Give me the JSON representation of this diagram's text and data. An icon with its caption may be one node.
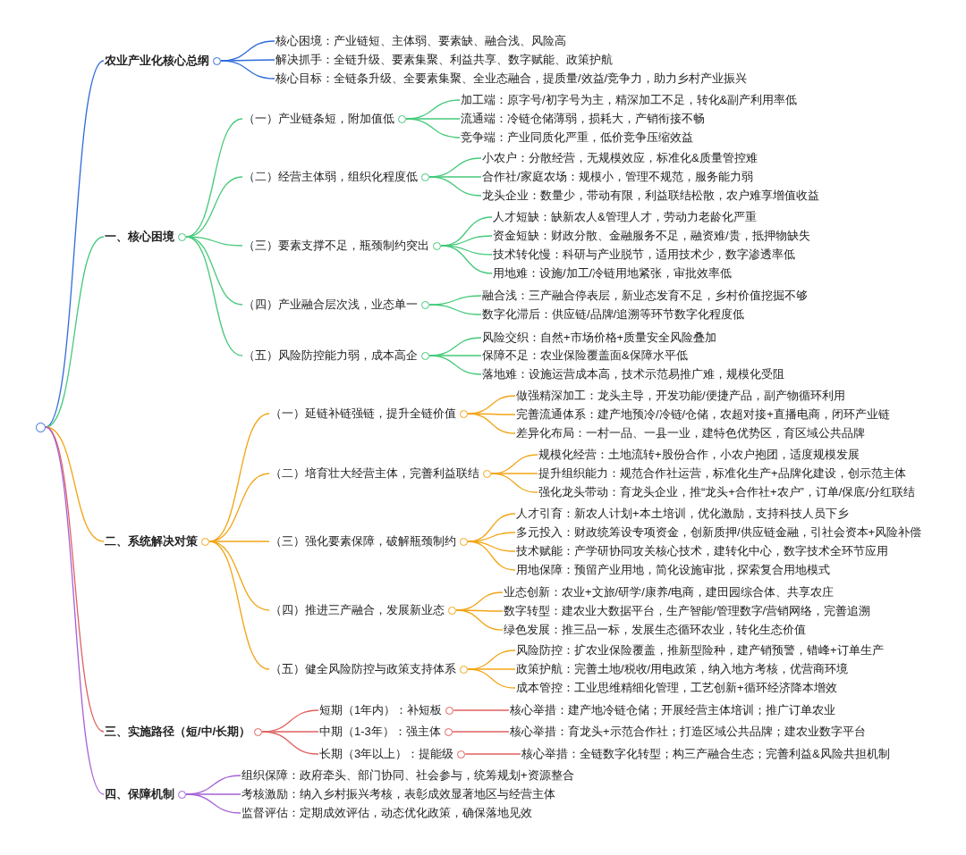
{
  "diagram": {
    "nodes": [
      {
        "text": [],
        "shape": "circle"
      },
      {
        "text": [
          "农业产业化核心总纲"
        ]
      },
      {
        "text": [
          "核心困境：产业链短、主体弱、要素缺、融合浅、风险高"
        ]
      },
      {
        "text": [
          "解决抓手：全链升级、要素集聚、利益共享、数字赋能、政策护航"
        ]
      },
      {
        "text": [
          "核心目标：全链条升级、全要素集聚、全业态融合，提质量/效益/竞争力，助力乡村产业振兴"
        ]
      },
      {
        "text": [
          "一、核心困境"
        ]
      },
      {
        "text": [
          "（一）产业链条短，附加值低"
        ]
      },
      {
        "text": [
          "加工端：原字号/初字号为主，精深加工不足，转化&副产利用率低"
        ]
      },
      {
        "text": [
          "流通端：冷链仓储薄弱，损耗大，产销衔接不畅"
        ]
      },
      {
        "text": [
          "竞争端：产业同质化严重，低价竞争压缩效益"
        ]
      },
      {
        "text": [
          "（二）经营主体弱，组织化程度低"
        ]
      },
      {
        "text": [
          "小农户：分散经营，无规模效应，标准化&质量管控难"
        ]
      },
      {
        "text": [
          "合作社/家庭农场：规模小，管理不规范，服务能力弱"
        ]
      },
      {
        "text": [
          "龙头企业：数量少，带动有限，利益联结松散，农户难享增值收益"
        ]
      },
      {
        "text": [
          "（三）要素支撑不足，瓶颈制约突出"
        ]
      },
      {
        "text": [
          "人才短缺：缺新农人&管理人才，劳动力老龄化严重"
        ]
      },
      {
        "text": [
          "资金短缺：财政分散、金融服务不足，融资难/贵，抵押物缺失"
        ]
      },
      {
        "text": [
          "技术转化慢：科研与产业脱节，适用技术少，数字渗透率低"
        ]
      },
      {
        "text": [
          "用地难：设施/加工/冷链用地紧张，审批效率低"
        ]
      },
      {
        "text": [
          "（四）产业融合层次浅，业态单一"
        ]
      },
      {
        "text": [
          "融合浅：三产融合停表层，新业态发育不足，乡村价值挖掘不够"
        ]
      },
      {
        "text": [
          "数字化滞后：供应链/品牌/追溯等环节数字化程度低"
        ]
      },
      {
        "text": [
          "（五）风险防控能力弱，成本高企"
        ]
      },
      {
        "text": [
          "风险交织：自然+市场价格+质量安全风险叠加"
        ]
      },
      {
        "text": [
          "保障不足：农业保险覆盖面&保障水平低"
        ]
      },
      {
        "text": [
          "落地难：设施运营成本高，技术示范易推广难，规模化受阻"
        ]
      },
      {
        "text": [
          "二、系统解决对策"
        ]
      },
      {
        "text": [
          "（一）延链补链强链，提升全链价值"
        ]
      },
      {
        "text": [
          "做强精深加工：龙头主导，开发功能/便捷产品，副产物循环利用"
        ]
      },
      {
        "text": [
          "完善流通体系：建产地预冷/冷链/仓储，农超对接+直播电商，闭环产业链"
        ]
      },
      {
        "text": [
          "差异化布局：一村一品、一县一业，建特色优势区，育区域公共品牌"
        ]
      },
      {
        "text": [
          "（二）培育壮大经营主体，完善利益联结"
        ]
      },
      {
        "text": [
          "规模化经营：土地流转+股份合作，小农户抱团，适度规模发展"
        ]
      },
      {
        "text": [
          "提升组织能力：规范合作社运营，标准化生产+品牌化建设，创示范主体"
        ]
      },
      {
        "text": [
          "强化龙头带动：育龙头企业，推“龙头+合作社+农户”，订单/保底/分红联结"
        ]
      },
      {
        "text": [
          "（三）强化要素保障，破解瓶颈制约"
        ]
      },
      {
        "text": [
          "人才引育：新农人计划+本土培训，优化激励，支持科技人员下乡"
        ]
      },
      {
        "text": [
          "多元投入：财政统筹设专项资金，创新质押/供应链金融，引社会资本+风险补偿"
        ]
      },
      {
        "text": [
          "技术赋能：产学研协同攻关核心技术，建转化中心，数字技术全环节应用"
        ]
      },
      {
        "text": [
          "用地保障：预留产业用地，简化设施审批，探索复合用地模式"
        ]
      },
      {
        "text": [
          "（四）推进三产融合，发展新业态"
        ]
      },
      {
        "text": [
          "业态创新：农业+文旅/研学/康养/电商，建田园综合体、共享农庄"
        ]
      },
      {
        "text": [
          "数字转型：建农业大数据平台，生产智能/管理数字/营销网络，完善追溯"
        ]
      },
      {
        "text": [
          "绿色发展：推三品一标，发展生态循环农业，转化生态价值"
        ]
      },
      {
        "text": [
          "（五）健全风险防控与政策支持体系"
        ]
      },
      {
        "text": [
          "风险防控：扩农业保险覆盖，推新型险种，建产销预警，错峰+订单生产"
        ]
      },
      {
        "text": [
          "政策护航：完善土地/税收/用电政策，纳入地方考核，优营商环境"
        ]
      },
      {
        "text": [
          "成本管控：工业思维精细化管理，工艺创新+循环经济降本增效"
        ]
      },
      {
        "text": [
          "三、实施路径（短/中/长期）"
        ]
      },
      {
        "text": [
          "短期（1年内）：补短板"
        ]
      },
      {
        "text": [
          "核心举措：建产地冷链仓储；开展经营主体培训；推广订单农业"
        ]
      },
      {
        "text": [
          "中期（1-3年）：强主体"
        ]
      },
      {
        "text": [
          "核心举措：育龙头+示范合作社；打造区域公共品牌；建农业数字平台"
        ]
      },
      {
        "text": [
          "长期（3年以上）：提能级"
        ]
      },
      {
        "text": [
          "核心举措：全链数字化转型；构三产融合生态；完善利益&风险共担机制"
        ]
      },
      {
        "text": [
          "四、保障机制"
        ]
      },
      {
        "text": [
          "组织保障：政府牵头、部门协同、社会参与，统筹规划+资源整合"
        ]
      },
      {
        "text": [
          "考核激励：纳入乡村振兴考核，表彰成效显著地区与经营主体"
        ]
      },
      {
        "text": [
          "监督评估：定期成效评估，动态优化政策，确保落地见效"
        ]
      }
    ],
    "edges": [
      {
        "from": 0,
        "to": 1,
        "arrow": "none",
        "color": "#2f6bd9"
      },
      {
        "from": 1,
        "to": 2,
        "arrow": "none",
        "color": "#2f6bd9"
      },
      {
        "from": 1,
        "to": 3,
        "arrow": "none",
        "color": "#2f6bd9"
      },
      {
        "from": 1,
        "to": 4,
        "arrow": "none",
        "color": "#2f6bd9"
      },
      {
        "from": 0,
        "to": 5,
        "arrow": "none",
        "color": "#45c97a"
      },
      {
        "from": 5,
        "to": 6,
        "arrow": "none",
        "color": "#45c97a"
      },
      {
        "from": 6,
        "to": 7,
        "arrow": "none",
        "color": "#45c97a"
      },
      {
        "from": 6,
        "to": 8,
        "arrow": "none",
        "color": "#45c97a"
      },
      {
        "from": 6,
        "to": 9,
        "arrow": "none",
        "color": "#45c97a"
      },
      {
        "from": 5,
        "to": 10,
        "arrow": "none",
        "color": "#45c97a"
      },
      {
        "from": 10,
        "to": 11,
        "arrow": "none",
        "color": "#45c97a"
      },
      {
        "from": 10,
        "to": 12,
        "arrow": "none",
        "color": "#45c97a"
      },
      {
        "from": 10,
        "to": 13,
        "arrow": "none",
        "color": "#45c97a"
      },
      {
        "from": 5,
        "to": 14,
        "arrow": "none",
        "color": "#45c97a"
      },
      {
        "from": 14,
        "to": 15,
        "arrow": "none",
        "color": "#45c97a"
      },
      {
        "from": 14,
        "to": 16,
        "arrow": "none",
        "color": "#45c97a"
      },
      {
        "from": 14,
        "to": 17,
        "arrow": "none",
        "color": "#45c97a"
      },
      {
        "from": 14,
        "to": 18,
        "arrow": "none",
        "color": "#45c97a"
      },
      {
        "from": 5,
        "to": 19,
        "arrow": "none",
        "color": "#45c97a"
      },
      {
        "from": 19,
        "to": 20,
        "arrow": "none",
        "color": "#45c97a"
      },
      {
        "from": 19,
        "to": 21,
        "arrow": "none",
        "color": "#45c97a"
      },
      {
        "from": 5,
        "to": 22,
        "arrow": "none",
        "color": "#45c97a"
      },
      {
        "from": 22,
        "to": 23,
        "arrow": "none",
        "color": "#45c97a"
      },
      {
        "from": 22,
        "to": 24,
        "arrow": "none",
        "color": "#45c97a"
      },
      {
        "from": 22,
        "to": 25,
        "arrow": "none",
        "color": "#45c97a"
      },
      {
        "from": 0,
        "to": 26,
        "arrow": "none",
        "color": "#f2a516"
      },
      {
        "from": 26,
        "to": 27,
        "arrow": "none",
        "color": "#f2a516"
      },
      {
        "from": 27,
        "to": 28,
        "arrow": "none",
        "color": "#f2a516"
      },
      {
        "from": 27,
        "to": 29,
        "arrow": "none",
        "color": "#f2a516"
      },
      {
        "from": 27,
        "to": 30,
        "arrow": "none",
        "color": "#f2a516"
      },
      {
        "from": 26,
        "to": 31,
        "arrow": "none",
        "color": "#f2a516"
      },
      {
        "from": 31,
        "to": 32,
        "arrow": "none",
        "color": "#f2a516"
      },
      {
        "from": 31,
        "to": 33,
        "arrow": "none",
        "color": "#f2a516"
      },
      {
        "from": 31,
        "to": 34,
        "arrow": "none",
        "color": "#f2a516"
      },
      {
        "from": 26,
        "to": 35,
        "arrow": "none",
        "color": "#f2a516"
      },
      {
        "from": 35,
        "to": 36,
        "arrow": "none",
        "color": "#f2a516"
      },
      {
        "from": 35,
        "to": 37,
        "arrow": "none",
        "color": "#f2a516"
      },
      {
        "from": 35,
        "to": 38,
        "arrow": "none",
        "color": "#f2a516"
      },
      {
        "from": 35,
        "to": 39,
        "arrow": "none",
        "color": "#f2a516"
      },
      {
        "from": 26,
        "to": 40,
        "arrow": "none",
        "color": "#f2a516"
      },
      {
        "from": 40,
        "to": 41,
        "arrow": "none",
        "color": "#f2a516"
      },
      {
        "from": 40,
        "to": 42,
        "arrow": "none",
        "color": "#f2a516"
      },
      {
        "from": 40,
        "to": 43,
        "arrow": "none",
        "color": "#f2a516"
      },
      {
        "from": 26,
        "to": 44,
        "arrow": "none",
        "color": "#f2a516"
      },
      {
        "from": 44,
        "to": 45,
        "arrow": "none",
        "color": "#f2a516"
      },
      {
        "from": 44,
        "to": 46,
        "arrow": "none",
        "color": "#f2a516"
      },
      {
        "from": 44,
        "to": 47,
        "arrow": "none",
        "color": "#f2a516"
      },
      {
        "from": 0,
        "to": 48,
        "arrow": "none",
        "color": "#e0605f"
      },
      {
        "from": 48,
        "to": 49,
        "arrow": "none",
        "color": "#e0605f"
      },
      {
        "from": 49,
        "to": 50,
        "arrow": "none",
        "color": "#e0605f"
      },
      {
        "from": 48,
        "to": 51,
        "arrow": "none",
        "color": "#e0605f"
      },
      {
        "from": 51,
        "to": 52,
        "arrow": "none",
        "color": "#e0605f"
      },
      {
        "from": 48,
        "to": 53,
        "arrow": "none",
        "color": "#e0605f"
      },
      {
        "from": 53,
        "to": 54,
        "arrow": "none",
        "color": "#e0605f"
      },
      {
        "from": 0,
        "to": 55,
        "arrow": "none",
        "color": "#a55fd6"
      },
      {
        "from": 55,
        "to": 56,
        "arrow": "none",
        "color": "#a55fd6"
      },
      {
        "from": 55,
        "to": 57,
        "arrow": "none",
        "color": "#a55fd6"
      },
      {
        "from": 55,
        "to": 58,
        "arrow": "none",
        "color": "#a55fd6"
      }
    ]
  }
}
